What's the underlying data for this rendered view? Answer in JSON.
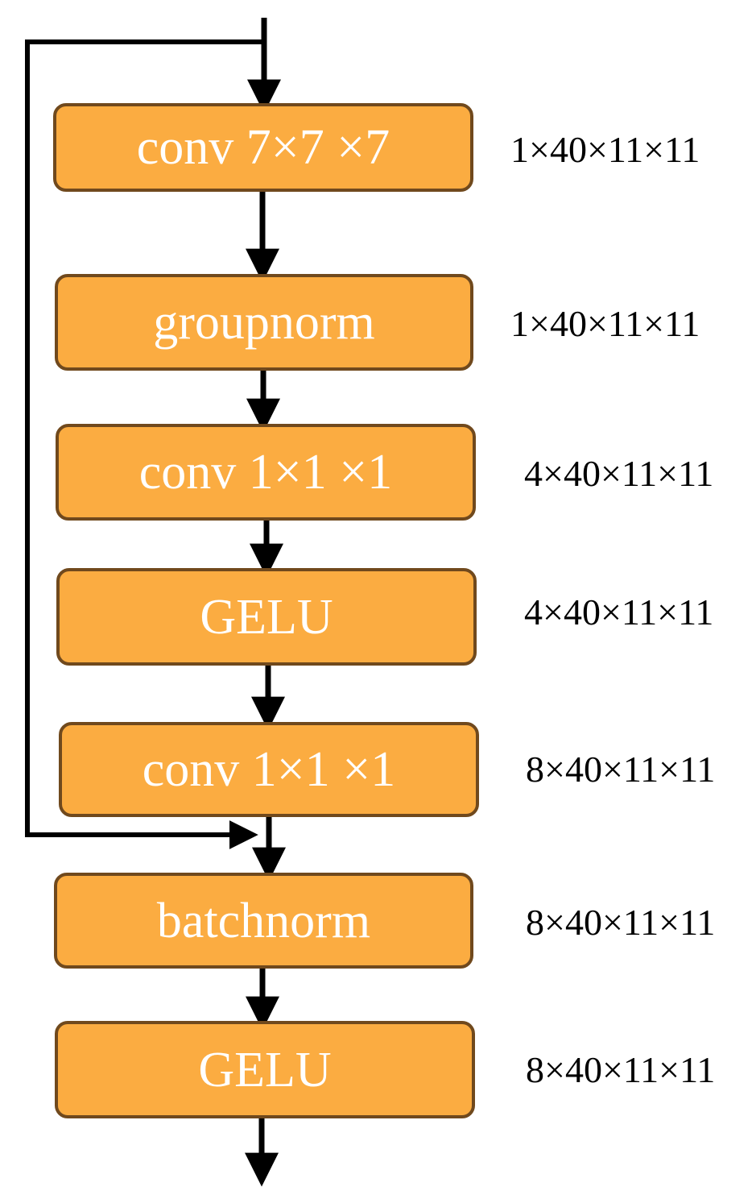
{
  "colors": {
    "block_fill": "#fbac41",
    "block_border": "#70491d",
    "block_text": "#ffffff",
    "arrow": "#000000",
    "shape_text": "#000000"
  },
  "blocks": [
    {
      "label": "conv 7×7 ×7",
      "output_shape": "1×40×11×11"
    },
    {
      "label": "groupnorm",
      "output_shape": "1×40×11×11"
    },
    {
      "label": "conv 1×1 ×1",
      "output_shape": "4×40×11×11"
    },
    {
      "label": "GELU",
      "output_shape": "4×40×11×11"
    },
    {
      "label": "conv 1×1 ×1",
      "output_shape": "8×40×11×11"
    },
    {
      "label": "batchnorm",
      "output_shape": "8×40×11×11"
    },
    {
      "label": "GELU",
      "output_shape": "8×40×11×11"
    }
  ]
}
